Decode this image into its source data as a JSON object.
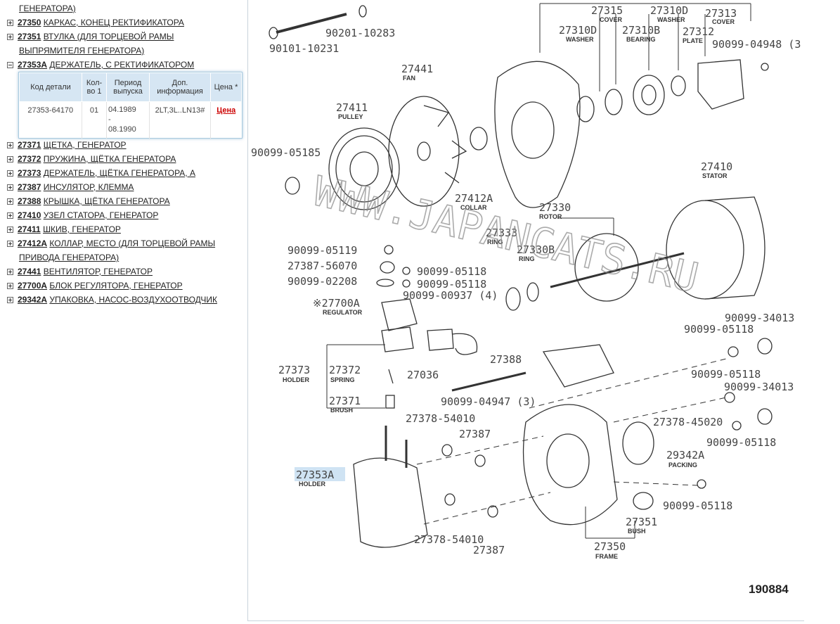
{
  "tree": {
    "top_cont": "ГЕНЕРАТОРА)",
    "items": [
      {
        "code": "27350",
        "name": "КАРКАС, КОНЕЦ РЕКТИФИКАТОРА",
        "cont": ""
      },
      {
        "code": "27351",
        "name": "ВТУЛКА (ДЛЯ ТОРЦЕВОЙ РАМЫ",
        "cont": "ВЫПРЯМИТЕЛЯ ГЕНЕРАТОРА)"
      },
      {
        "code": "27353A",
        "name": "ДЕРЖАТЕЛЬ, С РЕКТИФИКАТОРОМ",
        "cont": ""
      },
      {
        "code": "27371",
        "name": "ЩЕТКА, ГЕНЕРАТОР",
        "cont": ""
      },
      {
        "code": "27372",
        "name": "ПРУЖИНА, ЩЁТКА ГЕНЕРАТОРА",
        "cont": ""
      },
      {
        "code": "27373",
        "name": "ДЕРЖАТЕЛЬ, ЩЁТКА ГЕНЕРАТОРА, А",
        "cont": ""
      },
      {
        "code": "27387",
        "name": "ИНСУЛЯТОР, КЛЕММА",
        "cont": ""
      },
      {
        "code": "27388",
        "name": "КРЫШКА, ЩЁТКА ГЕНЕРАТОРА",
        "cont": ""
      },
      {
        "code": "27410",
        "name": "УЗЕЛ СТАТОРА, ГЕНЕРАТОР",
        "cont": ""
      },
      {
        "code": "27411",
        "name": "ШКИВ, ГЕНЕРАТОР",
        "cont": ""
      },
      {
        "code": "27412A",
        "name": "КОЛЛАР, МЕСТО (ДЛЯ ТОРЦЕВОЙ РАМЫ",
        "cont": "ПРИВОДА ГЕНЕРАТОРА)"
      },
      {
        "code": "27441",
        "name": "ВЕНТИЛЯТОР, ГЕНЕРАТОР",
        "cont": ""
      },
      {
        "code": "27700A",
        "name": "БЛОК РЕГУЛЯТОРА, ГЕНЕРАТОР",
        "cont": ""
      },
      {
        "code": "29342A",
        "name": "УПАКОВКА, НАСОС-ВОЗДУХООТВОДЧИК",
        "cont": ""
      }
    ]
  },
  "table": {
    "headers": [
      "Код детали",
      "Кол-во 1",
      "Период выпуска",
      "Доп. информация",
      "Цена *"
    ],
    "row": {
      "code": "27353-64170",
      "qty": "01",
      "period_from": "04.1989",
      "period_sep": "-",
      "period_to": "08.1990",
      "info": "2LT,3L..LN13#",
      "price": "Цена"
    }
  },
  "diagram": {
    "labels": [
      "27315",
      "27310D",
      "27313",
      "27310D",
      "27310B",
      "27312",
      "90201-10283",
      "90101-10231",
      "90099-04948 (3",
      "27441",
      "27411",
      "90099-05185",
      "27412A",
      "27410",
      "27330",
      "27333",
      "27330B",
      "90099-05119",
      "27387-56070",
      "90099-05118",
      "90099-05118",
      "90099-02208",
      "90099-00937 (4)",
      "27700A",
      "90099-34013",
      "90099-05118",
      "27388",
      "27373",
      "27372",
      "27036",
      "90099-04947 (3)",
      "27371",
      "90099-05118",
      "90099-34013",
      "27378-54010",
      "27387",
      "27378-45020",
      "90099-05118",
      "27353A",
      "29342A",
      "90099-05118",
      "27351",
      "27378-54010",
      "27387",
      "27350"
    ],
    "sublabels": [
      "COVER",
      "WASHER",
      "COVER",
      "WASHER",
      "BEARING",
      "PLATE",
      "FAN",
      "PULLEY",
      "COLLAR",
      "STATOR",
      "ROTOR",
      "RING",
      "RING",
      "REGULATOR",
      "HOLDER",
      "SPRING",
      "BRUSH",
      "HOLDER",
      "PACKING",
      "BUSH",
      "FRAME"
    ],
    "star": "※",
    "watermark": "WWW.JAPANCATS.RU",
    "ref": "190884"
  },
  "colors": {
    "price": "#cc0000",
    "header_bg": "#d6e6f3",
    "highlight": "#cfe3f3"
  }
}
